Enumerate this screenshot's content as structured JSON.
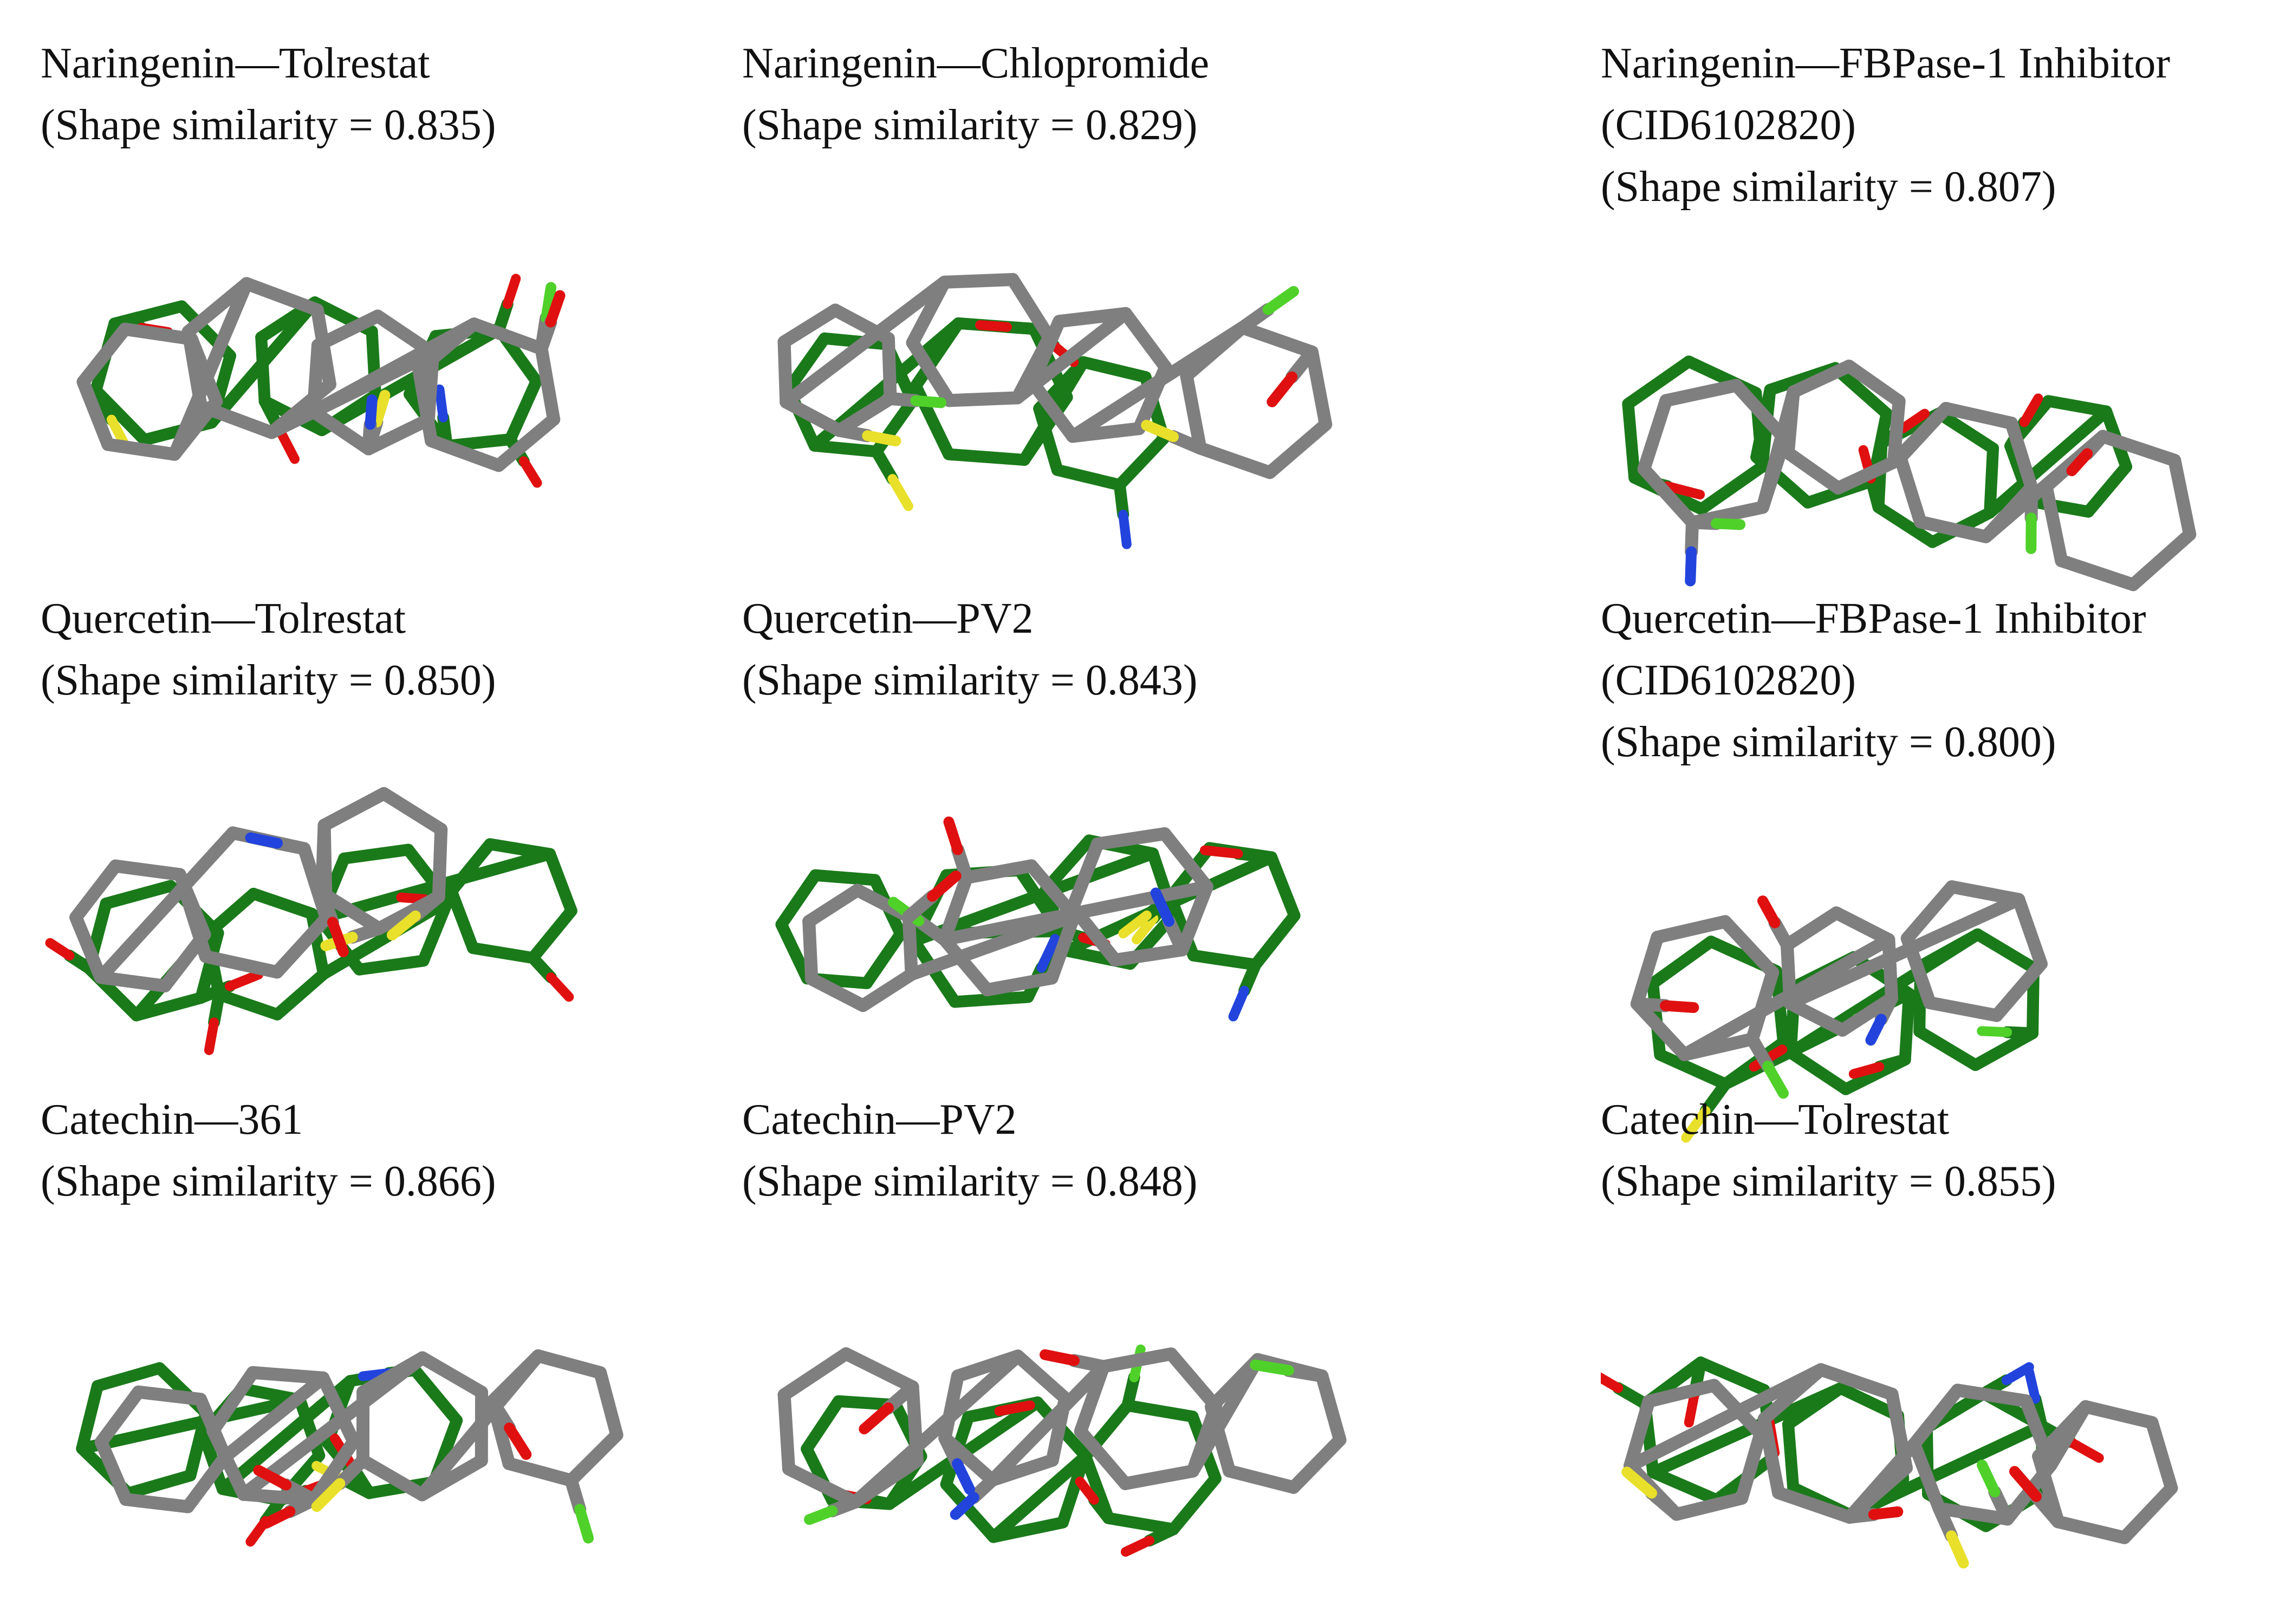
{
  "colors": {
    "query": "#7f7f7f",
    "template": "#1a7a1a",
    "oxygen": "#e01010",
    "nitrogen": "#2244dd",
    "sulfur": "#e8e02a",
    "halogen": "#4fd12a",
    "background": "#ffffff"
  },
  "panels": [
    {
      "id": "naringenin-tolrestat",
      "lines": [
        "Naringenin—Tolrestat",
        "(Shape similarity = 0.835)"
      ],
      "similarity": 0.835
    },
    {
      "id": "naringenin-chlopromide",
      "lines": [
        "Naringenin—Chlopromide",
        "(Shape similarity = 0.829)"
      ],
      "similarity": 0.829
    },
    {
      "id": "naringenin-fbpase",
      "lines": [
        "Naringenin—FBPase-1 Inhibitor",
        "(CID6102820)",
        "(Shape similarity = 0.807)"
      ],
      "similarity": 0.807
    },
    {
      "id": "quercetin-tolrestat",
      "lines": [
        "Quercetin—Tolrestat",
        "(Shape similarity = 0.850)"
      ],
      "similarity": 0.85
    },
    {
      "id": "quercetin-pv2",
      "lines": [
        "Quercetin—PV2",
        "(Shape similarity = 0.843)"
      ],
      "similarity": 0.843
    },
    {
      "id": "quercetin-fbpase",
      "lines": [
        "Quercetin—FBPase-1 Inhibitor",
        "(CID6102820)",
        "(Shape similarity = 0.800)"
      ],
      "similarity": 0.8
    },
    {
      "id": "catechin-361",
      "lines": [
        "Catechin—361",
        "(Shape similarity = 0.866)"
      ],
      "similarity": 0.866
    },
    {
      "id": "catechin-pv2",
      "lines": [
        "Catechin—PV2",
        "(Shape similarity = 0.848)"
      ],
      "similarity": 0.848
    },
    {
      "id": "catechin-tolrestat",
      "lines": [
        "Catechin—Tolrestat",
        "(Shape similarity = 0.855)"
      ],
      "similarity": 0.855
    }
  ]
}
